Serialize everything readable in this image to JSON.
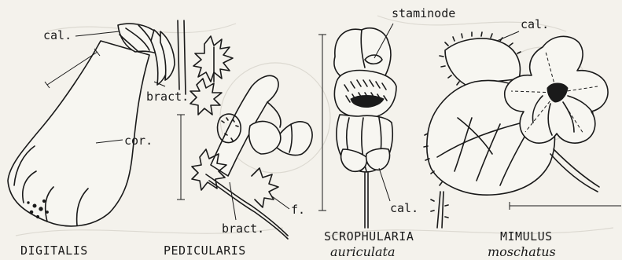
{
  "labels": {
    "cal_digitalis": "cal.",
    "bract_digitalis": "bract.",
    "cor": "cor.",
    "bract_pedicularis": "bract.",
    "f": "f.",
    "staminode": "staminode",
    "cal_scrophularia": "cal.",
    "cal_mimulus": "cal."
  },
  "names": {
    "digitalis": "DIGITALIS",
    "pedicularis": "PEDICULARIS",
    "scrophularia": "SCROPHULARIA",
    "scrophularia_species": "auriculata",
    "mimulus": "MIMULUS",
    "mimulus_species": "moschatus"
  }
}
